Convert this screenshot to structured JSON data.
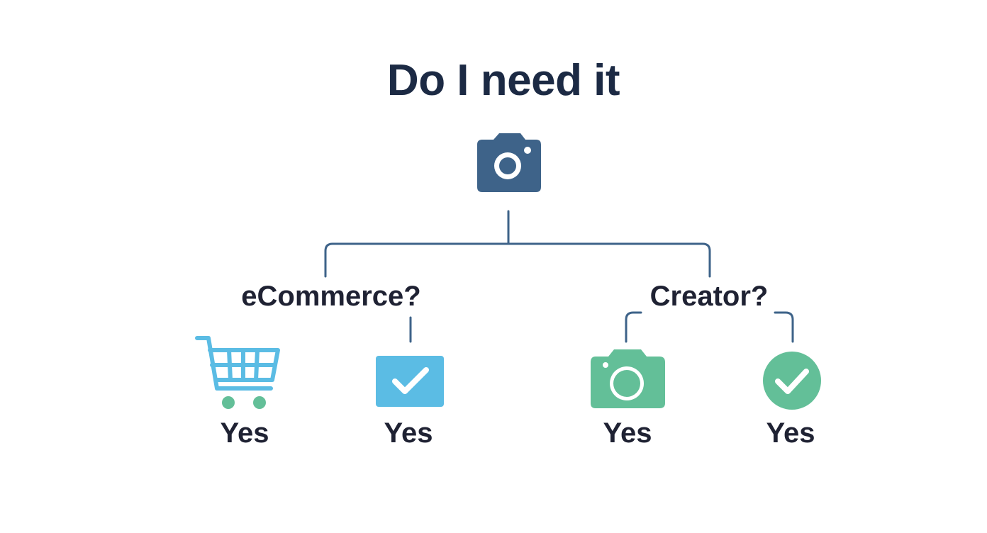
{
  "diagram": {
    "title": "Do I need it",
    "root_icon": "camera-icon",
    "branches": [
      {
        "question": "eCommerce?",
        "answers": [
          {
            "icon": "shopping-cart-icon",
            "label": "Yes",
            "color": "#5bbce4"
          },
          {
            "icon": "checkbox-icon",
            "label": "Yes",
            "color": "#5bbce4"
          }
        ]
      },
      {
        "question": "Creator?",
        "answers": [
          {
            "icon": "camera-icon",
            "label": "Yes",
            "color": "#63bf98"
          },
          {
            "icon": "check-circle-icon",
            "label": "Yes",
            "color": "#63bf98"
          }
        ]
      }
    ]
  },
  "colors": {
    "title": "#1c2a44",
    "root_icon": "#3e6389",
    "connector": "#3e6389",
    "ecommerce_accent": "#5bbce4",
    "creator_accent": "#63bf98"
  }
}
